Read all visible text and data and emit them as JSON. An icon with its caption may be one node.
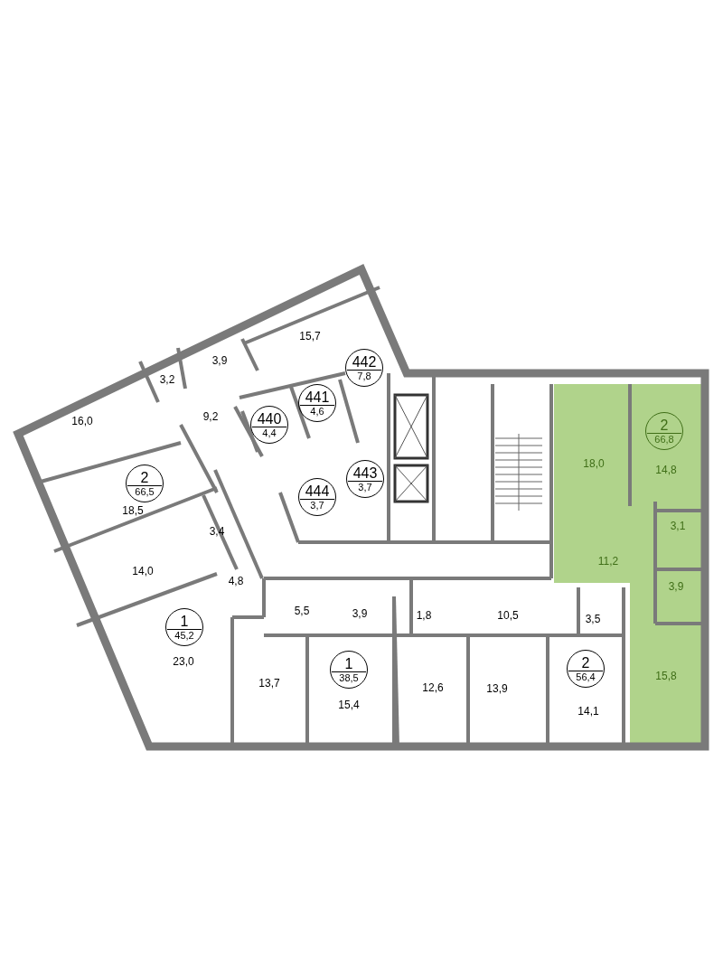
{
  "diagram": {
    "nodes": [
      {
        "text": [
          "442",
          "7,8"
        ]
      },
      {
        "text": [
          "441",
          "4,6"
        ]
      },
      {
        "text": [
          "440",
          "4,4"
        ]
      },
      {
        "text": [
          "2",
          "66,8"
        ]
      },
      {
        "text": [
          "443",
          "3,7"
        ]
      },
      {
        "text": [
          "2",
          "66,5"
        ]
      },
      {
        "text": [
          "444",
          "3,7"
        ]
      },
      {
        "text": [
          "1",
          "45,2"
        ]
      },
      {
        "text": [
          "2",
          "56,4"
        ]
      },
      {
        "text": [
          "1",
          "38,5"
        ]
      }
    ],
    "labels": [
      "15,7",
      "3,9",
      "3,2",
      "16,0",
      "9,2",
      "18,0",
      "14,8",
      "18,5",
      "3,1",
      "3,4",
      "11,2",
      "14,0",
      "4,8",
      "3,9",
      "5,5",
      "3,9",
      "1,8",
      "10,5",
      "3,5",
      "23,0",
      "13,7",
      "12,6",
      "13,9",
      "15,4",
      "14,1",
      "15,8"
    ]
  }
}
